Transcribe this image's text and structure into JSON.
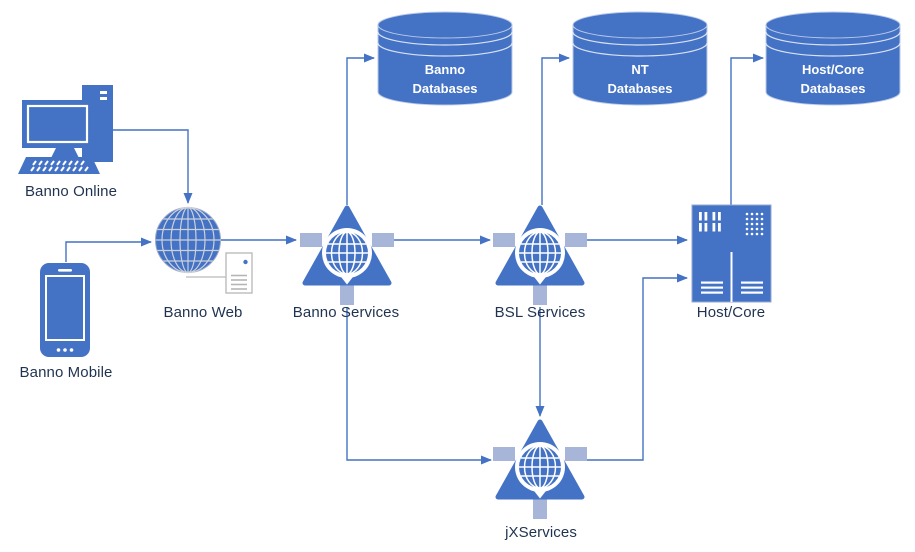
{
  "diagram": {
    "nodes": {
      "banno_online": {
        "label": "Banno Online",
        "icon": "desktop-computer-icon"
      },
      "banno_mobile": {
        "label": "Banno Mobile",
        "icon": "smartphone-icon"
      },
      "banno_web": {
        "label": "Banno Web",
        "icon": "globe-icon"
      },
      "banno_services": {
        "label": "Banno Services",
        "icon": "web-service-icon"
      },
      "bsl_services": {
        "label": "BSL Services",
        "icon": "web-service-icon"
      },
      "jx_services": {
        "label": "jXServices",
        "icon": "web-service-icon"
      },
      "host_core": {
        "label": "Host/Core",
        "icon": "mainframe-icon"
      },
      "banno_databases": {
        "label_line1": "Banno",
        "label_line2": "Databases",
        "icon": "database-cylinder-icon"
      },
      "nt_databases": {
        "label_line1": "NT",
        "label_line2": "Databases",
        "icon": "database-cylinder-icon"
      },
      "host_core_databases": {
        "label_line1": "Host/Core",
        "label_line2": "Databases",
        "icon": "database-cylinder-icon"
      }
    },
    "edges": [
      {
        "from": "banno_online",
        "to": "banno_web",
        "arrow": true
      },
      {
        "from": "banno_mobile",
        "to": "banno_web",
        "arrow": true
      },
      {
        "from": "banno_web",
        "to": "banno_services",
        "arrow": true
      },
      {
        "from": "banno_services",
        "to": "banno_databases",
        "arrow": true
      },
      {
        "from": "banno_services",
        "to": "bsl_services",
        "arrow": true
      },
      {
        "from": "banno_services",
        "to": "jx_services",
        "arrow": true
      },
      {
        "from": "bsl_services",
        "to": "nt_databases",
        "arrow": true
      },
      {
        "from": "bsl_services",
        "to": "host_core",
        "arrow": true
      },
      {
        "from": "bsl_services",
        "to": "jx_services",
        "arrow": true
      },
      {
        "from": "jx_services",
        "to": "host_core",
        "arrow": true
      },
      {
        "from": "host_core",
        "to": "host_core_databases",
        "arrow": true
      }
    ],
    "colors": {
      "shape_fill": "#4472C4",
      "connector": "#4472C4",
      "stub": "#A6B5D8",
      "label_text": "#1F3350",
      "db_label_text": "#FFFFFF",
      "globe_grid": "#CCD1DA",
      "page_note_border": "#BBBBBB"
    }
  }
}
